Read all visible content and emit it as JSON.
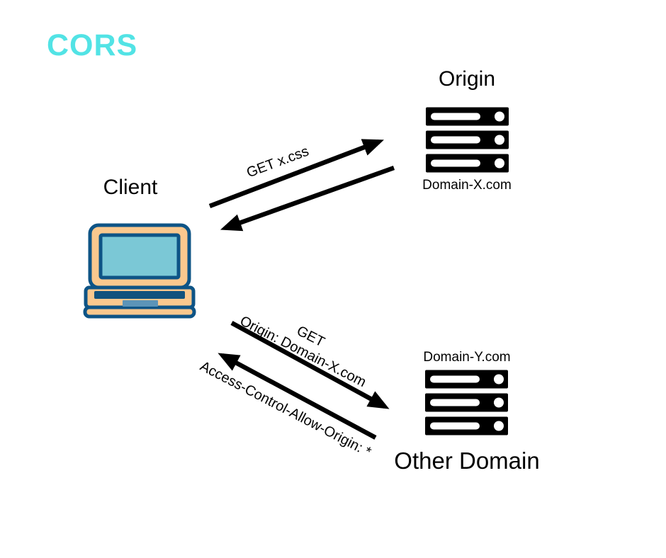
{
  "title": "CORS",
  "colors": {
    "accent": "#52E3E5",
    "ink": "#000000",
    "laptop-body": "#FAC88E",
    "laptop-outline": "#0E5486",
    "laptop-screen": "#7BC8D6",
    "laptop-keyboard": "#11527D",
    "laptop-touchpad": "#5C94B8"
  },
  "client": {
    "label": "Client"
  },
  "origin_server": {
    "title": "Origin",
    "domain": "Domain-X.com"
  },
  "other_server": {
    "title": "Other Domain",
    "domain": "Domain-Y.com"
  },
  "messages": {
    "get_xcss": "GET x.css",
    "cross_get_line1": "GET",
    "cross_get_line2": "Origin: Domain-X.com",
    "cors_response": "Access-Control-Allow-Origin: *"
  }
}
